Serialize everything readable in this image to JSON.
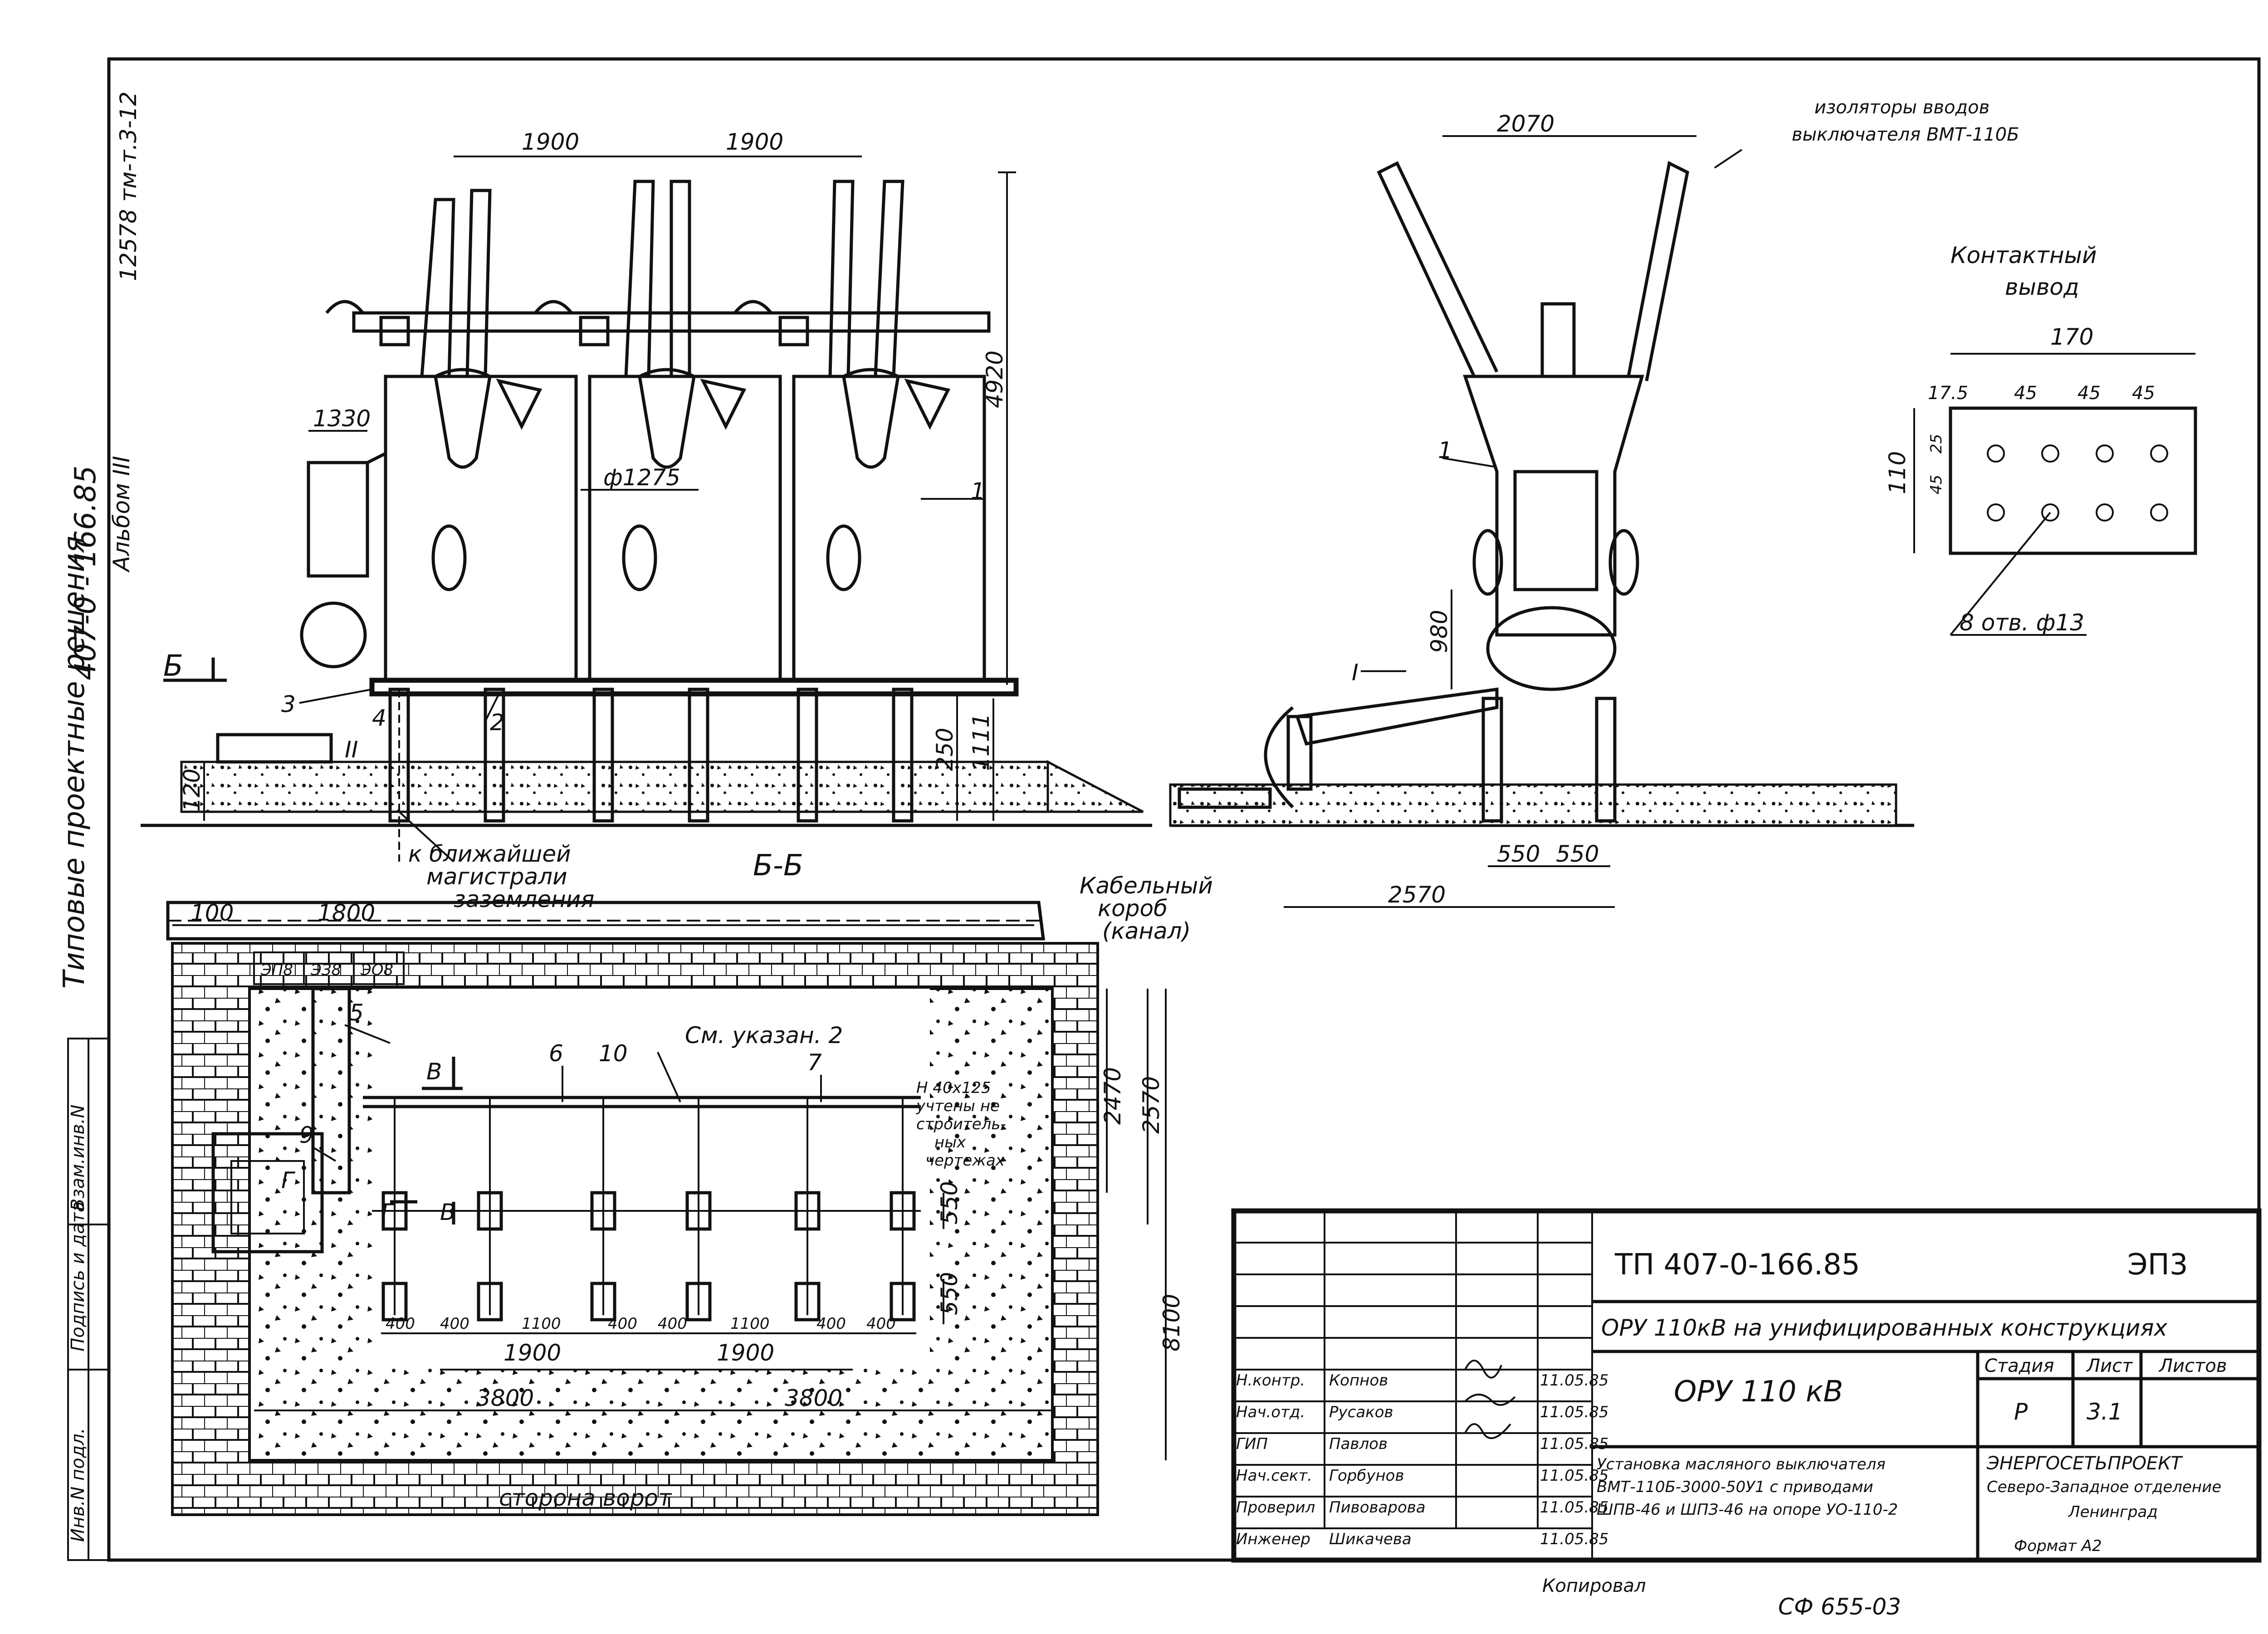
{
  "side_strip": {
    "sheet_code": "12578 тм-т.3-12",
    "project_code": "407-0 - 166.85",
    "album": "Альбом III",
    "series_title": "Типовые проектные решения"
  },
  "left_stamp": {
    "cells": [
      "Инв.N подл.",
      "Подпись и дата",
      "Взам.инв.N"
    ]
  },
  "section_bb": {
    "title": "Б-Б",
    "section_mark": "Б",
    "dims_top": [
      "1900",
      "1900"
    ],
    "dim_height": "4920",
    "dim_1330": "1330",
    "dim_diam": "ф1275",
    "dims_right": [
      "250",
      "1111"
    ],
    "dim_left": "120",
    "labels": [
      "1",
      "2",
      "3",
      "4"
    ],
    "roman": "II",
    "grounding_note": [
      "к ближайшей",
      "магистрали",
      "заземления"
    ]
  },
  "side_view": {
    "dim_top": "2070",
    "callout_lines": [
      "изоляторы вводов",
      "выключателя ВМТ-110Б"
    ],
    "label_1": "1",
    "roman": "I",
    "dim_980": "980",
    "dims_bottom": [
      "550",
      "550"
    ],
    "dim_2570": "2570"
  },
  "terminal_detail": {
    "title_lines": [
      "Контактный",
      "вывод"
    ],
    "dim_170": "170",
    "dims_row": [
      "17.5",
      "45",
      "45",
      "45"
    ],
    "dim_110": "110",
    "dims_small": [
      "25",
      "45"
    ],
    "holes_note": "8 отв. ф13"
  },
  "plan": {
    "cable_note": [
      "Кабельный",
      "короб",
      "(канал)"
    ],
    "dims_top": [
      "100",
      "1800"
    ],
    "cells": [
      "ЭП8",
      "ЭЗ8",
      "ЭО8"
    ],
    "labels": [
      "5",
      "6",
      "10",
      "7",
      "9"
    ],
    "note_ref": "См. указан. 2",
    "pole_note": [
      "H 40х125",
      "учтены не",
      "строитель-",
      "ных",
      "чертежах"
    ],
    "section_marks": [
      "В",
      "В",
      "Г",
      "Г"
    ],
    "dims_right": [
      "2570",
      "2470",
      "550",
      "550",
      "8100"
    ],
    "dims_bottom_row": [
      "400",
      "400",
      "1100",
      "400",
      "400",
      "1100",
      "400",
      "400"
    ],
    "dims_mid": [
      "1900",
      "1900"
    ],
    "dims_wide": [
      "3800",
      "3800"
    ],
    "gate_note": "сторона ворот"
  },
  "title_block": {
    "doc_code": "ТП 407-0-166.85",
    "sheet_mark": "ЭП3",
    "title": "ОРУ 110кВ на унифицированных конструкциях",
    "subtitle": "ОРУ 110 кВ",
    "col_heads": [
      "Стадия",
      "Лист",
      "Листов"
    ],
    "stage": "Р",
    "sheet": "3.1",
    "description": [
      "Установка масляного выключателя",
      "ВМТ-110Б-3000-50У1 с приводами",
      "ШПВ-46 и ШПЗ-46 на опоре УО-110-2"
    ],
    "org_lines": [
      "ЭНЕРГОСЕТЬПРОЕКТ",
      "Северо-Западное отделение",
      "Ленинград"
    ],
    "format": "Формат А2",
    "signatures": [
      {
        "role": "Н.контр.",
        "name": "Копнов",
        "date": "11.05.85"
      },
      {
        "role": "Нач.отд.",
        "name": "Русаков",
        "date": "11.05.85"
      },
      {
        "role": "ГИП",
        "name": "Павлов",
        "date": "11.05.85"
      },
      {
        "role": "Нач.сект.",
        "name": "Горбунов",
        "date": "11.05.85"
      },
      {
        "role": "Проверил",
        "name": "Пивоварова",
        "date": "11.05.85"
      },
      {
        "role": "Инженер",
        "name": "Шикачева",
        "date": "11.05.85"
      }
    ],
    "copied_by": "Копировал",
    "archive_no": "СФ 655-03"
  }
}
